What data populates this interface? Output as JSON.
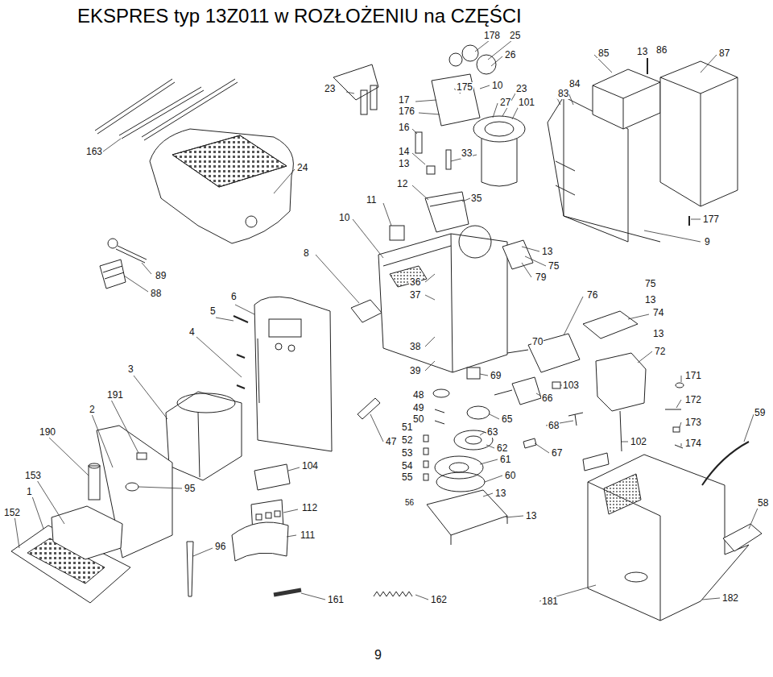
{
  "diagram": {
    "title": "EKSPRES typ 13Z011 w ROZŁOŻENIU na CZĘŚCI",
    "labels": [
      "178",
      "25",
      "26",
      "85",
      "13",
      "86",
      "87",
      "23",
      "17",
      "175",
      "10",
      "23",
      "84",
      "83",
      "176",
      "27",
      "101",
      "16",
      "163",
      "14",
      "33",
      "13",
      "24",
      "12",
      "35",
      "11",
      "10",
      "177",
      "9",
      "8",
      "13",
      "75",
      "89",
      "79",
      "36",
      "37",
      "88",
      "6",
      "76",
      "75",
      "13",
      "74",
      "5",
      "4",
      "13",
      "38",
      "70",
      "72",
      "3",
      "39",
      "69",
      "171",
      "103",
      "191",
      "48",
      "66",
      "172",
      "49",
      "2",
      "59",
      "50",
      "65",
      "173",
      "68",
      "190",
      "51",
      "63",
      "52",
      "47",
      "62",
      "102",
      "174",
      "53",
      "67",
      "61",
      "153",
      "54",
      "104",
      "60",
      "55",
      "95",
      "1",
      "13",
      "56",
      "112",
      "152",
      "58",
      "13",
      "111",
      "96",
      "161",
      "162",
      "181",
      "182",
      "9"
    ]
  }
}
